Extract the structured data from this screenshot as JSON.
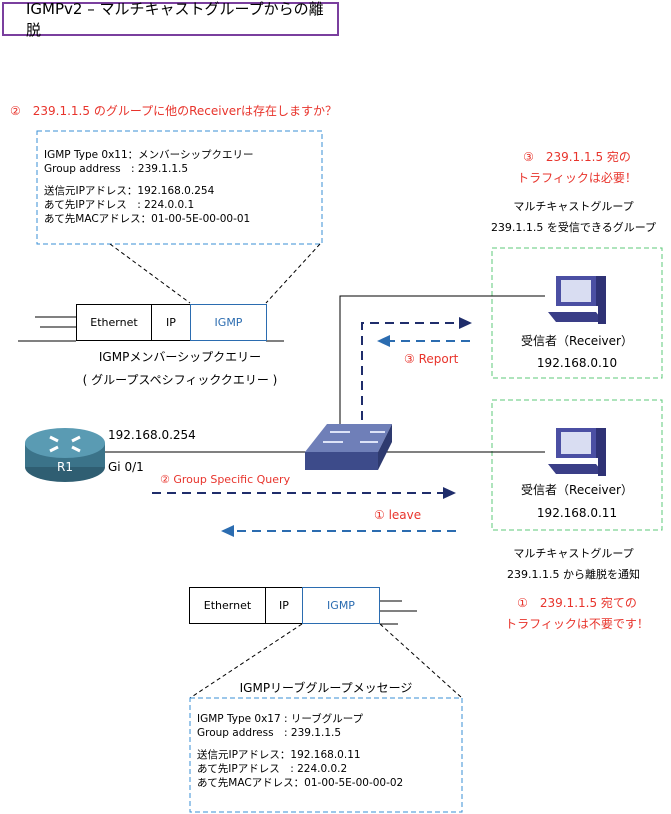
{
  "title": "IGMPv2 – マルチキャストグループからの離脱",
  "query_question": "②　239.1.1.5 のグループに他のReceiverは存在しますか？",
  "query_packet": {
    "lines_group1": [
      "IGMP Type 0x11：メンバーシップクエリー",
      "Group address　: 239.1.1.5"
    ],
    "lines_group2": [
      "送信元IPアドレス：192.168.0.254",
      "あて先IPアドレス　: 224.0.0.1",
      "あて先MACアドレス：01-00-5E-00-00-01"
    ]
  },
  "top_frame": {
    "ethernet": "Ethernet",
    "ip": "IP",
    "igmp": "IGMP"
  },
  "top_frame_caption": [
    "IGMPメンバーシップクエリー",
    "( グループスペシフィッククエリー )"
  ],
  "router": {
    "label": "R1",
    "ip": "192.168.0.254",
    "interface": "Gi 0/1"
  },
  "group_specific_query": "② Group Specific Query",
  "leave": "① leave",
  "report": "③ Report",
  "receiver_top_note": [
    "③　239.1.1.5 宛の",
    "トラフィックは必要！"
  ],
  "receiver_top_group": [
    "マルチキャストグループ",
    "239.1.1.5 を受信できるグループ"
  ],
  "receiver1": {
    "name": "受信者（Receiver）",
    "ip": "192.168.0.10"
  },
  "receiver2": {
    "name": "受信者（Receiver）",
    "ip": "192.168.0.11"
  },
  "receiver_bottom_group": [
    "マルチキャストグループ",
    "239.1.1.5 から離脱を通知"
  ],
  "receiver_bottom_note": [
    "①　239.1.1.5 宛ての",
    "トラフィックは不要です！"
  ],
  "bottom_frame": {
    "ethernet": "Ethernet",
    "ip": "IP",
    "igmp": "IGMP"
  },
  "leave_caption": "IGMPリーブグループメッセージ",
  "leave_packet": {
    "lines_group1": [
      "IGMP Type 0x17 :  リーブグループ",
      "Group address　: 239.1.1.5"
    ],
    "lines_group2": [
      "送信元IPアドレス：192.168.0.11",
      "あて先IPアドレス　: 224.0.0.2",
      "あて先MACアドレス：01-00-5E-00-00-02"
    ]
  },
  "colors": {
    "red": "#e8342c",
    "navy": "#1f2d6b",
    "blue": "#2b6cb0",
    "green_dash": "#5cc97a",
    "blue_dash": "#3a8fd6",
    "title_border": "#7a3f9e"
  }
}
